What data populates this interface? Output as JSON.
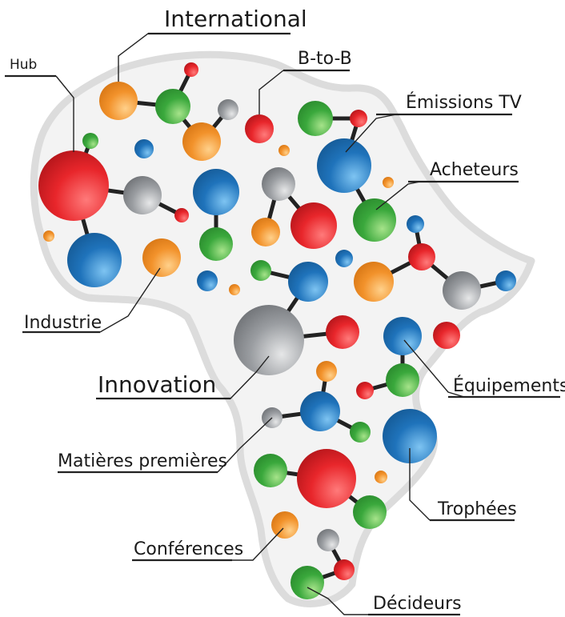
{
  "labels": {
    "international": "International",
    "hub": "Hub",
    "b2b": "B-to-B",
    "emissions_tv": "Émissions TV",
    "acheteurs": "Acheteurs",
    "industrie": "Industrie",
    "innovation": "Innovation",
    "equipements": "Équipements",
    "matieres": "Matières premières",
    "trophees": "Trophées",
    "conferences": "Conférences",
    "decideurs": "Décideurs"
  },
  "colors": {
    "red": "#e8262b",
    "blue": "#1f73bb",
    "green": "#3aa83c",
    "orange": "#f2922b",
    "gray": "#8f9296",
    "continent_fill": "#f3f3f3",
    "continent_stroke": "#dadada"
  }
}
